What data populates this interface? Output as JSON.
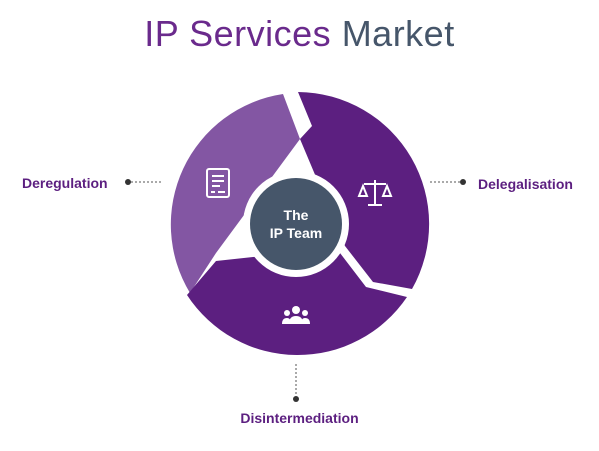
{
  "title": {
    "part1": "IP Services",
    "part2": "Market"
  },
  "hub": {
    "line1": "The",
    "line2": "IP Team"
  },
  "segments": [
    {
      "label": "Deregulation",
      "icon": "document-icon",
      "color": "#8356a3"
    },
    {
      "label": "Delegalisation",
      "icon": "scales-icon",
      "color": "#5c1f80"
    },
    {
      "label": "Disintermediation",
      "icon": "people-icon",
      "color": "#5c1f80"
    }
  ],
  "colors": {
    "title_primary": "#6a2a8c",
    "title_secondary": "#46566a",
    "hub": "#46566a",
    "connector": "#333333"
  }
}
